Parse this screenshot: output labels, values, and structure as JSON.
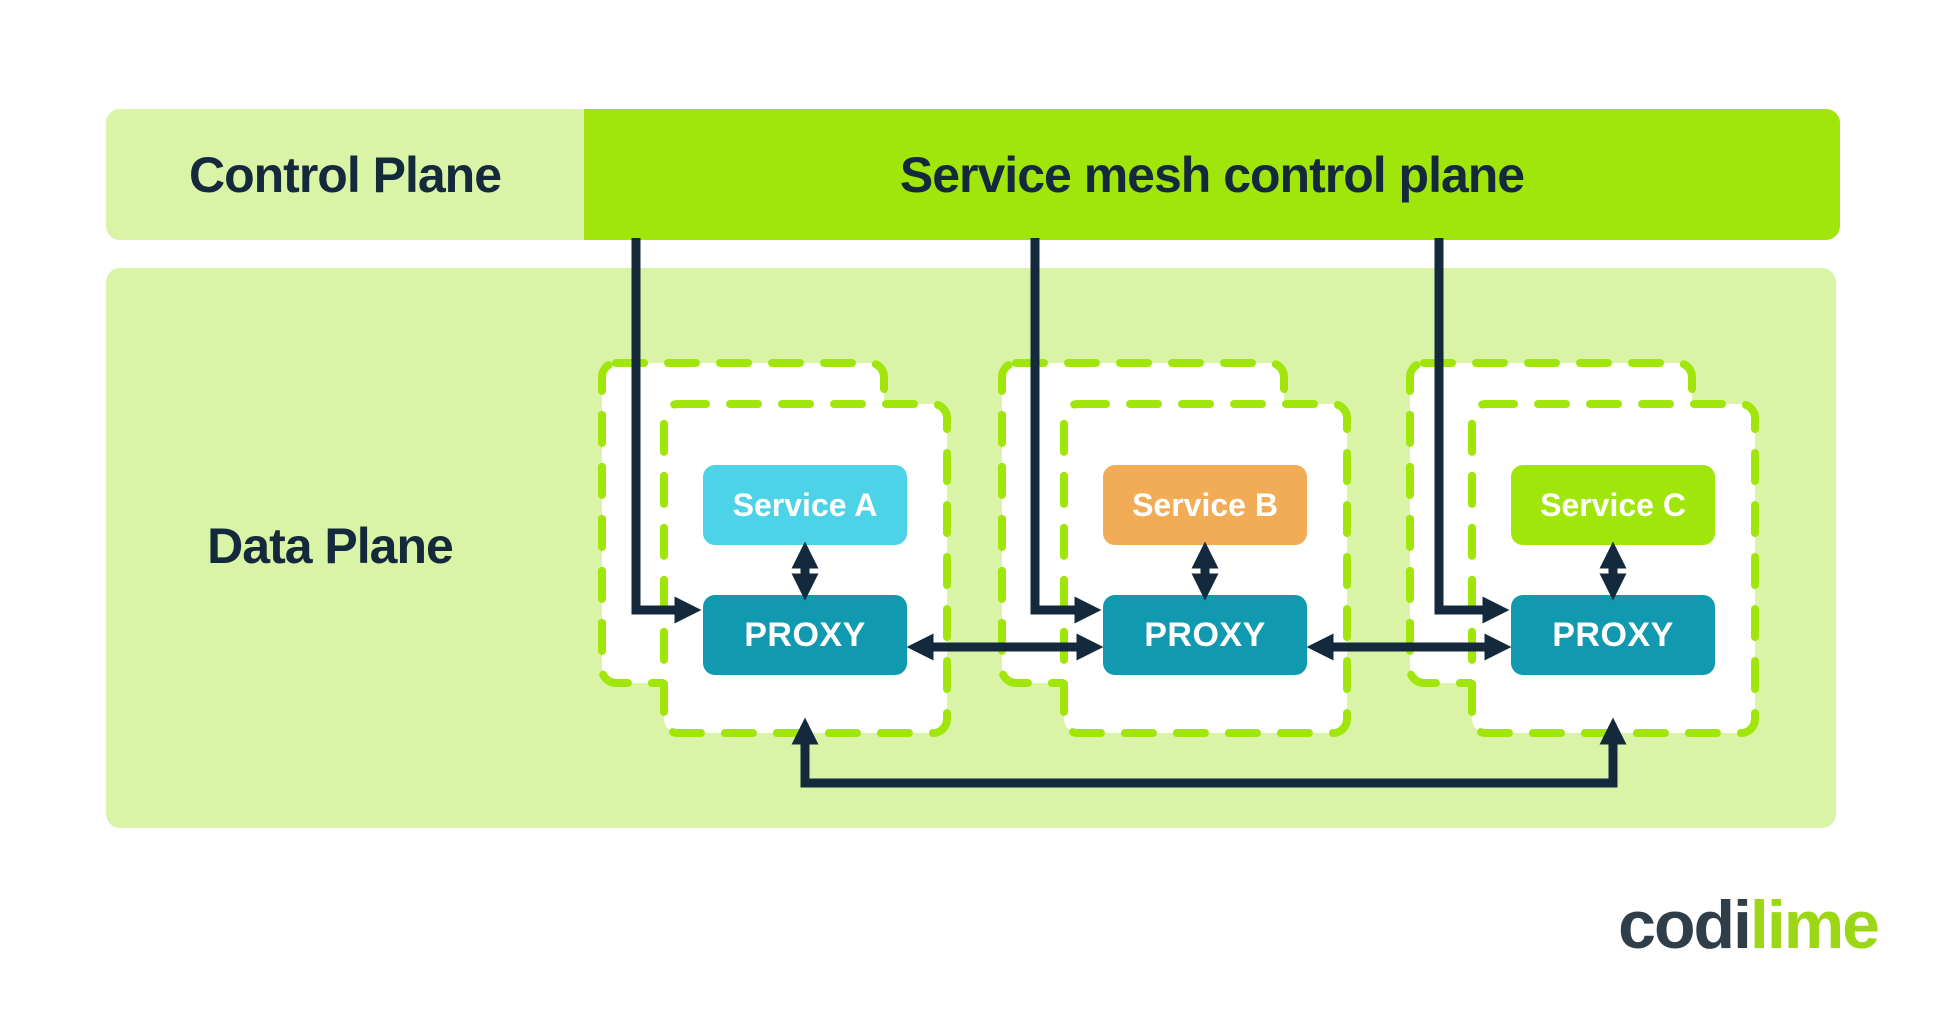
{
  "header": {
    "control_plane_label": "Control Plane",
    "service_mesh_label": "Service mesh control plane"
  },
  "data_plane": {
    "label": "Data Plane"
  },
  "groups": [
    {
      "service_label": "Service A",
      "proxy_label": "PROXY"
    },
    {
      "service_label": "Service B",
      "proxy_label": "PROXY"
    },
    {
      "service_label": "Service C",
      "proxy_label": "PROXY"
    }
  ],
  "logo": {
    "dark_text": "codi",
    "green_text": "lime"
  },
  "colors": {
    "bright-green": "#A0E60A",
    "light-green": "#D9F4A6",
    "navy": "#14293C",
    "cyan": "#4DD3E8",
    "orange": "#F2AC55",
    "teal": "#1099AF",
    "box-white": "#FFFFFF",
    "logo-dark": "#2F3E48",
    "logo-green": "#9CD715"
  }
}
